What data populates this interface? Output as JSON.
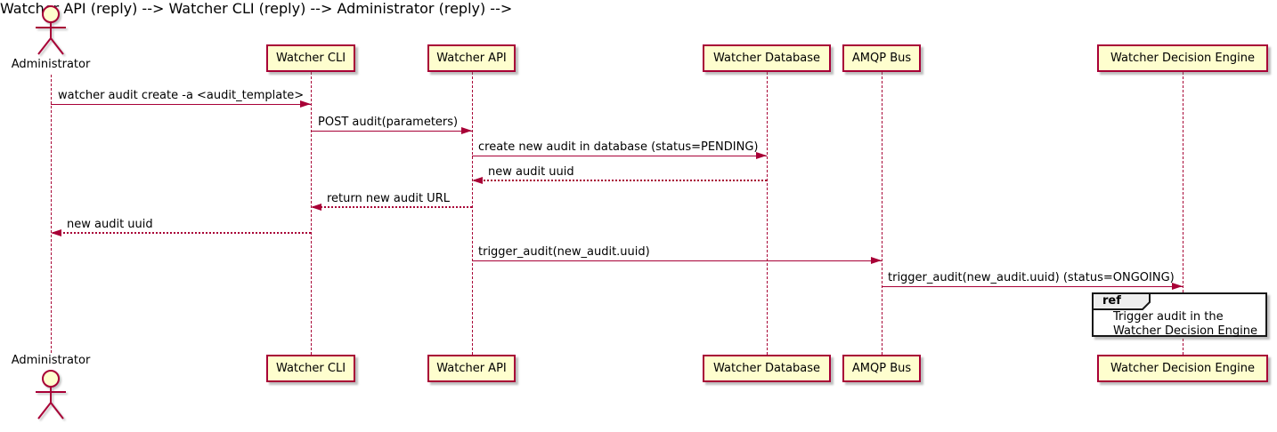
{
  "diagram": {
    "kind": "uml-sequence-diagram",
    "background": "#FFFFFF",
    "colors": {
      "accent": "#A80036",
      "participant_fill": "#FEFECE",
      "ref_border": "#181818",
      "ref_header_fill": "#EEEEEE",
      "text": "#000000"
    }
  },
  "actor": {
    "label": "Administrator"
  },
  "participants": [
    {
      "label": "Watcher CLI"
    },
    {
      "label": "Watcher API"
    },
    {
      "label": "Watcher Database"
    },
    {
      "label": "AMQP Bus"
    },
    {
      "label": "Watcher Decision Engine"
    }
  ],
  "messages": [
    {
      "text": "watcher audit create -a <audit_template>",
      "from": "Administrator",
      "to": "Watcher CLI",
      "style": "solid"
    },
    {
      "text": "POST audit(parameters)",
      "from": "Watcher CLI",
      "to": "Watcher API",
      "style": "solid"
    },
    {
      "text": "create new audit in database (status=PENDING)",
      "from": "Watcher API",
      "to": "Watcher Database",
      "style": "solid"
    },
    {
      "text": "new audit uuid",
      "from": "Watcher Database",
      "to": "Watcher API",
      "style": "dashed"
    },
    {
      "text": "return new audit URL",
      "from": "Watcher API",
      "to": "Watcher CLI",
      "style": "dashed"
    },
    {
      "text": "new audit uuid",
      "from": "Watcher CLI",
      "to": "Administrator",
      "style": "dashed"
    },
    {
      "text": "trigger_audit(new_audit.uuid)",
      "from": "Watcher API",
      "to": "AMQP Bus",
      "style": "solid"
    },
    {
      "text": "trigger_audit(new_audit.uuid) (status=ONGOING)",
      "from": "AMQP Bus",
      "to": "Watcher Decision Engine",
      "style": "solid"
    }
  ],
  "ref": {
    "keyword": "ref",
    "line1": "Trigger audit in the",
    "line2": "Watcher Decision Engine"
  }
}
